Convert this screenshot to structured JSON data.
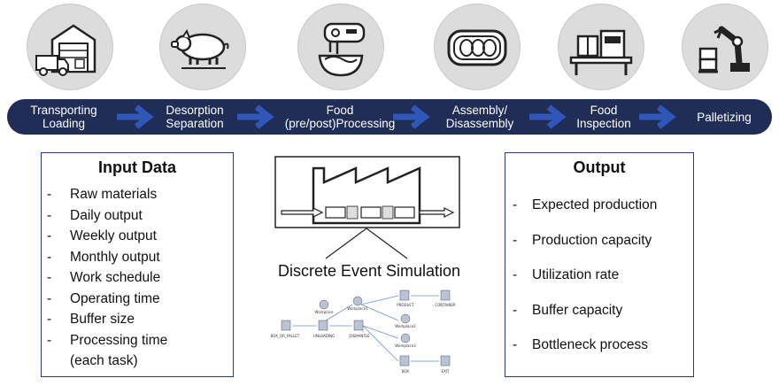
{
  "stages": [
    {
      "icon": "warehouse-truck-icon",
      "label": "Transporting\nLoading"
    },
    {
      "icon": "pig-icon",
      "label": "Desorption\nSeparation"
    },
    {
      "icon": "food-mixer-icon",
      "label": "Food\n(pre/post)Processing"
    },
    {
      "icon": "packaged-food-tray-icon",
      "label": "Assembly/\nDisassembly"
    },
    {
      "icon": "inspection-machine-icon",
      "label": "Food\nInspection"
    },
    {
      "icon": "robot-arm-icon",
      "label": "Palletizing"
    }
  ],
  "colors": {
    "band": "#1f2d57",
    "arrow": "#2f57b8",
    "box_border": "#2a3a7a"
  },
  "input": {
    "title": "Input Data",
    "items": [
      "Raw materials",
      "Daily output",
      "Weekly output",
      "Monthly output",
      "Work schedule",
      "Operating time",
      "Buffer size",
      "Processing time\n(each task)"
    ]
  },
  "simulation": {
    "title": "Discrete Event Simulation",
    "nodes": [
      "BOX_OR_PALLET",
      "UNLOADING",
      "Workplace",
      "DISMANTLE",
      "Workplace1",
      "PRODUCT",
      "Workplace2",
      "Workplace3",
      "BOX",
      "CONTAINER",
      "EXIT"
    ]
  },
  "output": {
    "title": "Output",
    "items": [
      "Expected production",
      "Production capacity",
      "Utilization rate",
      "Buffer capacity",
      "Bottleneck process"
    ]
  }
}
